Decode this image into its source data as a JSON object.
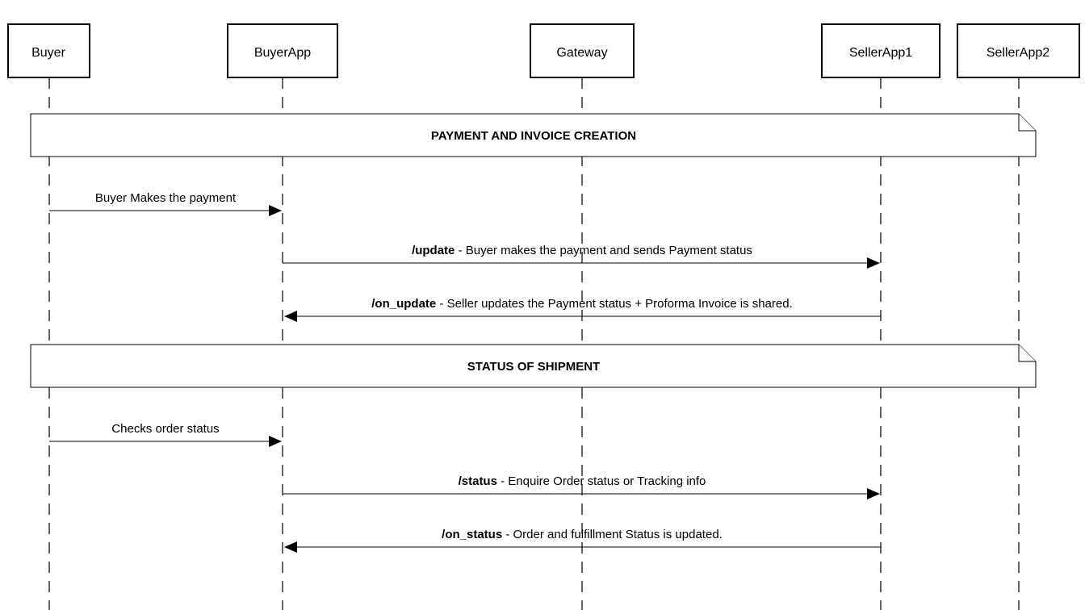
{
  "actors": [
    {
      "id": "buyer",
      "label": "Buyer"
    },
    {
      "id": "buyerapp",
      "label": "BuyerApp"
    },
    {
      "id": "gateway",
      "label": "Gateway"
    },
    {
      "id": "sellerapp1",
      "label": "SellerApp1"
    },
    {
      "id": "sellerapp2",
      "label": "SellerApp2"
    }
  ],
  "sections": [
    {
      "title": "PAYMENT AND INVOICE CREATION"
    },
    {
      "title": "STATUS OF SHIPMENT"
    }
  ],
  "messages": [
    {
      "from": "buyer",
      "to": "buyerapp",
      "command": "",
      "text": "Buyer Makes the payment"
    },
    {
      "from": "buyerapp",
      "to": "sellerapp1",
      "command": "/update",
      "text": " - Buyer makes the payment and sends Payment status"
    },
    {
      "from": "sellerapp1",
      "to": "buyerapp",
      "command": "/on_update",
      "text": " - Seller updates the Payment status + Proforma Invoice is shared."
    },
    {
      "from": "buyer",
      "to": "buyerapp",
      "command": "",
      "text": "Checks order status"
    },
    {
      "from": "buyerapp",
      "to": "sellerapp1",
      "command": "/status",
      "text": " - Enquire Order status or Tracking info"
    },
    {
      "from": "sellerapp1",
      "to": "buyerapp",
      "command": "/on_status",
      "text": " - Order and fulfillment Status is updated."
    }
  ]
}
